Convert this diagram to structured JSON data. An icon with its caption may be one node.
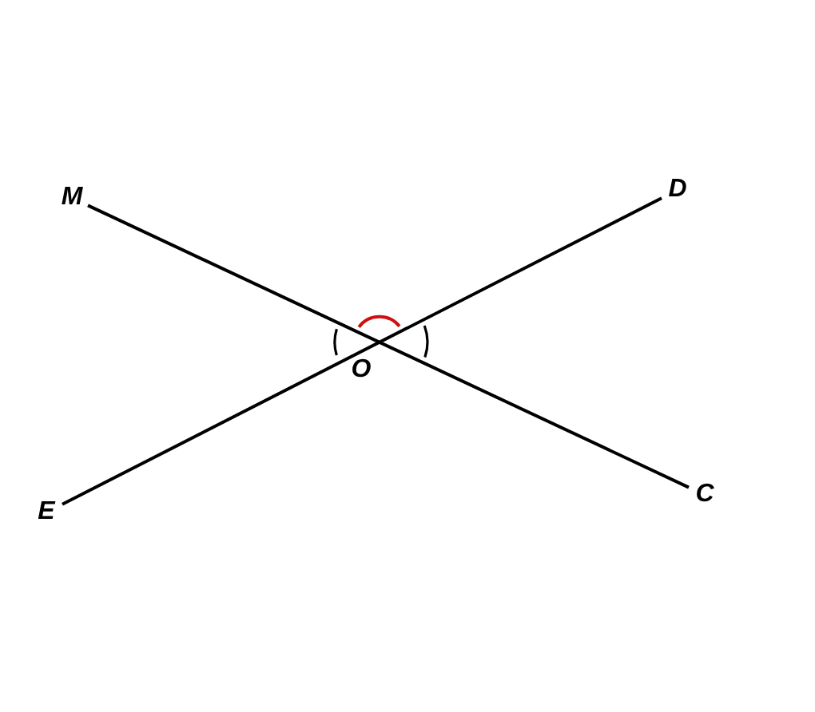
{
  "diagram": {
    "nodes": [
      {
        "text": [
          "M"
        ]
      },
      {
        "text": [
          "D"
        ]
      },
      {
        "text": [
          "O"
        ]
      },
      {
        "text": [
          "E"
        ]
      },
      {
        "text": [
          "C"
        ]
      }
    ],
    "edges": [
      {
        "from": 0,
        "to": 4,
        "arrow": "none"
      },
      {
        "from": 3,
        "to": 1,
        "arrow": "none"
      }
    ]
  }
}
